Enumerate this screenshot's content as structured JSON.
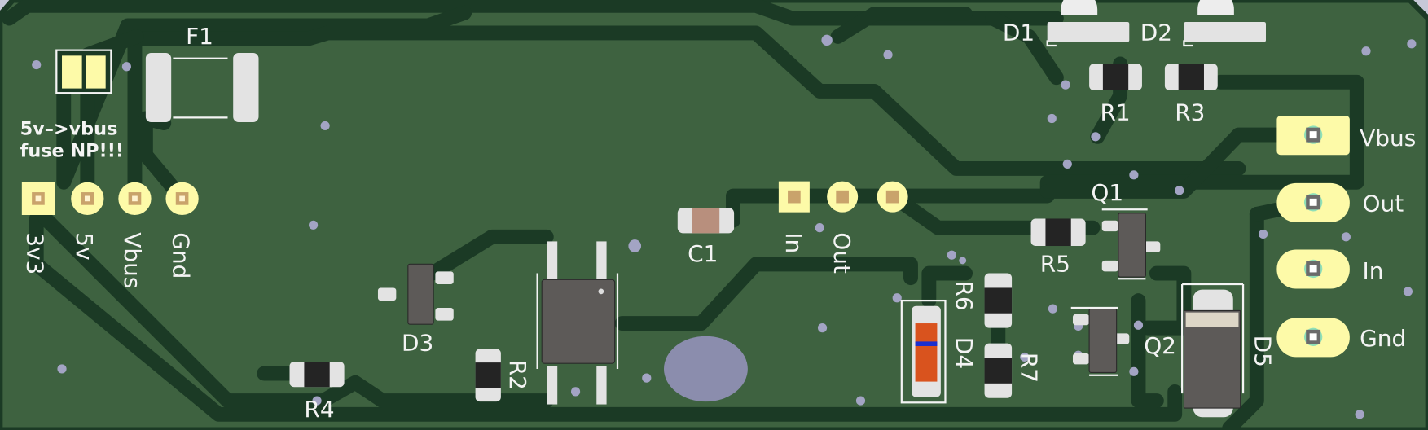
{
  "board": {
    "title": "PCB 3D view",
    "colors": {
      "soldermask": "#3e6240",
      "copper_clearance": "#1b3a25",
      "silkscreen": "#f4f4f4",
      "pad_gold": "#fdfaa8"
    }
  },
  "silkscreen": {
    "jumper_note_line1": "5v–>vbus",
    "jumper_note_line2": "fuse NP!!!",
    "left_header_labels": [
      "3v3",
      "5v",
      "Vbus",
      "Gnd"
    ],
    "mid_header_labels": [
      "In",
      "Out"
    ],
    "right_pad_labels": [
      "Vbus",
      "Out",
      "In",
      "Gnd"
    ]
  },
  "designators": {
    "F1": "F1",
    "D1": "D1",
    "D2": "D2",
    "D3": "D3",
    "D4": "D4",
    "D5": "D5",
    "R1": "R1",
    "R2": "R2",
    "R3": "R3",
    "R4": "R4",
    "R5": "R5",
    "R6": "R6",
    "R7": "R7",
    "C1": "C1",
    "Q1": "Q1",
    "Q2": "Q2"
  }
}
